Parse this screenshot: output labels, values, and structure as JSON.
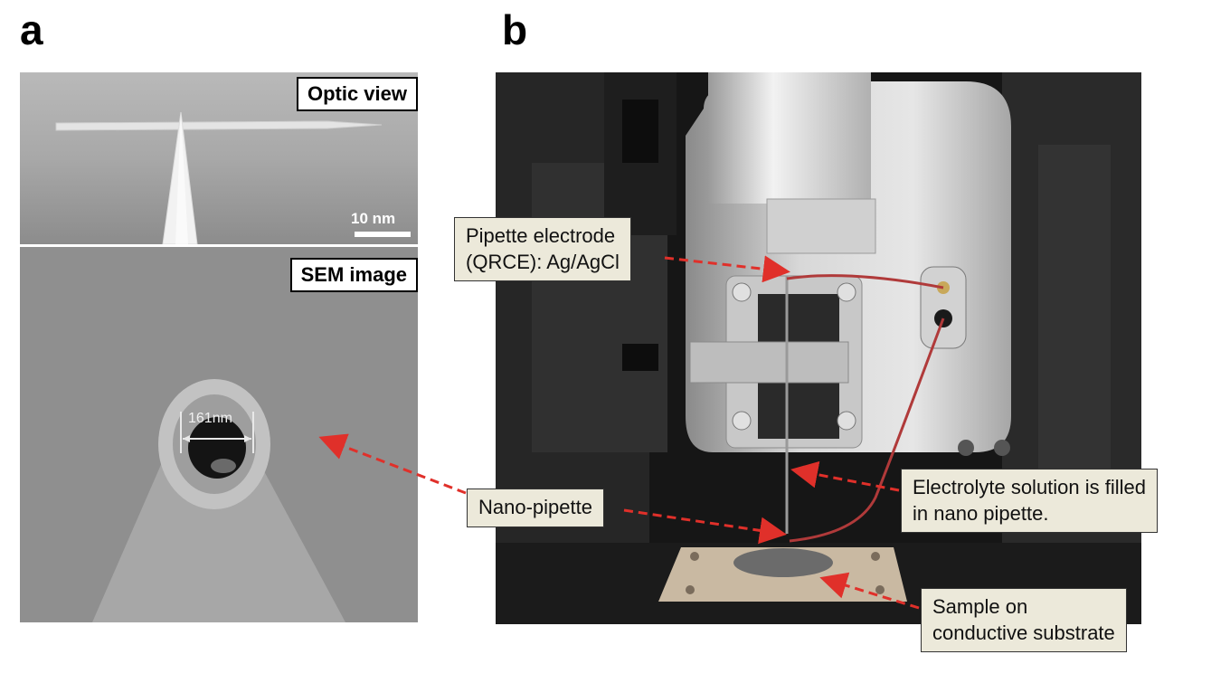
{
  "panels": {
    "a": {
      "letter": "a",
      "optic_label": "Optic view",
      "scalebar": "10 nm",
      "sem_label": "SEM image",
      "measurement": "161nm"
    },
    "b": {
      "letter": "b"
    }
  },
  "callouts": {
    "pipette_electrode": [
      "Pipette electrode",
      "(QRCE): Ag/AgCl"
    ],
    "nano_pipette": "Nano-pipette",
    "electrolyte": [
      "Electrolyte solution is filled",
      "in nano pipette."
    ],
    "sample": [
      "Sample on",
      "conductive substrate"
    ]
  },
  "colors": {
    "arrow": "#e0302a",
    "callout_bg": "#ece9da"
  }
}
